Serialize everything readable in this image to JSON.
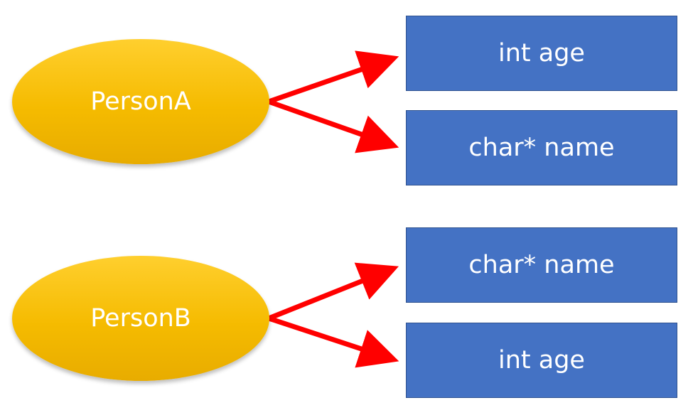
{
  "nodes": {
    "person_a": {
      "label": "PersonA"
    },
    "person_b": {
      "label": "PersonB"
    }
  },
  "boxes": {
    "a_field_1": {
      "label": "int age"
    },
    "a_field_2": {
      "label": "char* name"
    },
    "b_field_1": {
      "label": "char* name"
    },
    "b_field_2": {
      "label": "int age"
    }
  },
  "colors": {
    "ellipse_fill": "#ffc000",
    "box_fill": "#4472c4",
    "box_border": "#2f528f",
    "arrow": "#ff0000",
    "text": "#ffffff"
  }
}
